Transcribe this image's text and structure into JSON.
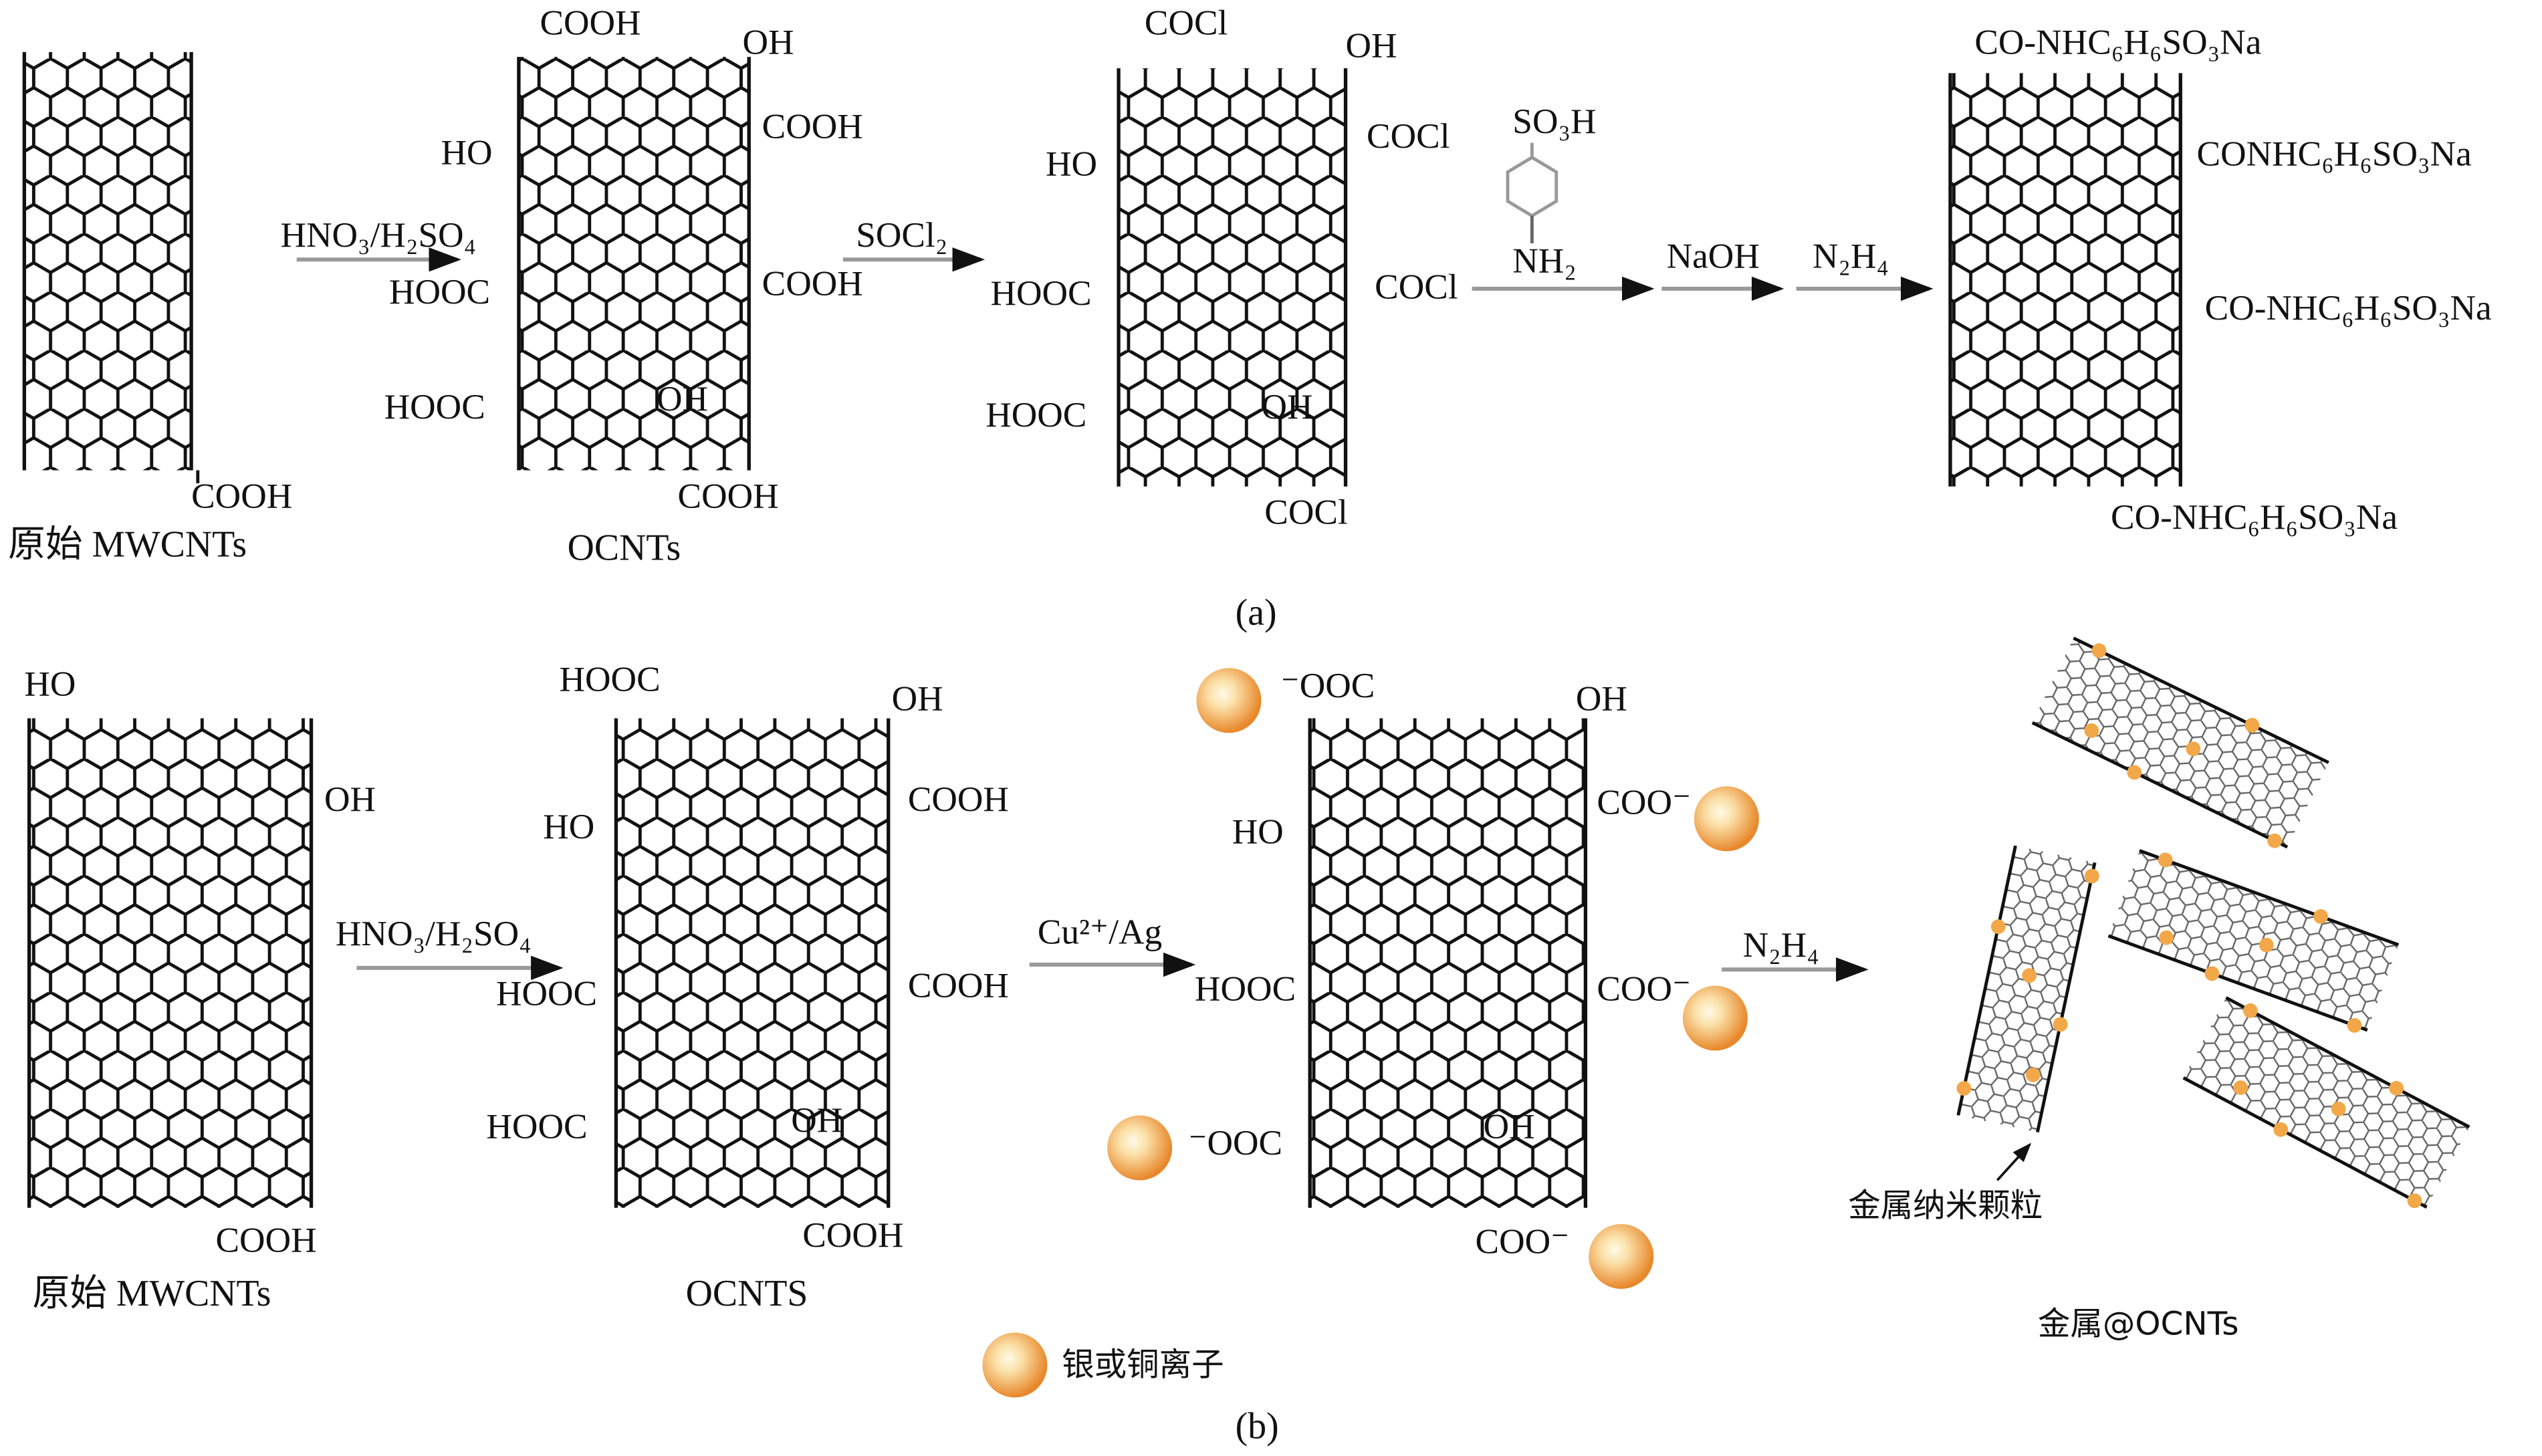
{
  "panel_a": {
    "caption": "(a)",
    "tube1": {
      "label": "原始 MWCNTs",
      "groups": [
        "COOH"
      ]
    },
    "arrow1": "HNO₃/H₂SO₄",
    "tube2": {
      "label": "OCNTs",
      "groups": [
        "COOH",
        "OH",
        "COOH",
        "HO",
        "HOOC",
        "COOH",
        "HOOC",
        "OH",
        "COOH"
      ]
    },
    "arrow2": "SOCl₂",
    "tube3": {
      "groups": [
        "COCl",
        "OH",
        "COCl",
        "HO",
        "HOOC",
        "COCl",
        "HOOC",
        "OH",
        "COCl"
      ]
    },
    "reagent": {
      "top": "SO₃H",
      "bottom": "NH₂"
    },
    "arrow4": "NaOH",
    "arrow5": "N₂H₄",
    "tube4": {
      "groups": [
        "CO-NHC₆H₆SO₃Na",
        "CONHC₆H₆SO₃Na",
        "CO-NHC₆H₆SO₃Na",
        "CO-NHC₆H₆SO₃Na"
      ]
    }
  },
  "panel_b": {
    "caption": "(b)",
    "tube1": {
      "label": "原始 MWCNTs",
      "groups": [
        "HO",
        "OH",
        "COOH"
      ]
    },
    "arrow1": "HNO₃/H₂SO₄",
    "tube2": {
      "label": "OCNTS",
      "groups": [
        "HOOC",
        "OH",
        "COOH",
        "HO",
        "HOOC",
        "COOH",
        "HOOC",
        "OH",
        "COOH"
      ]
    },
    "arrow2": "Cu²⁺/Ag",
    "tube3": {
      "groups": [
        "⁻OOC",
        "OH",
        "COO⁻",
        "HO",
        "HOOC",
        "COO⁻",
        "⁻OOC",
        "OH",
        "COO⁻"
      ]
    },
    "arrow3": "N₂H₄",
    "nanoparticle_label": "金属纳米颗粒",
    "product_label": "金属@OCNTs",
    "legend": "银或铜离子"
  },
  "colors": {
    "ion": "#f0a040",
    "particle": "#f2a848"
  }
}
